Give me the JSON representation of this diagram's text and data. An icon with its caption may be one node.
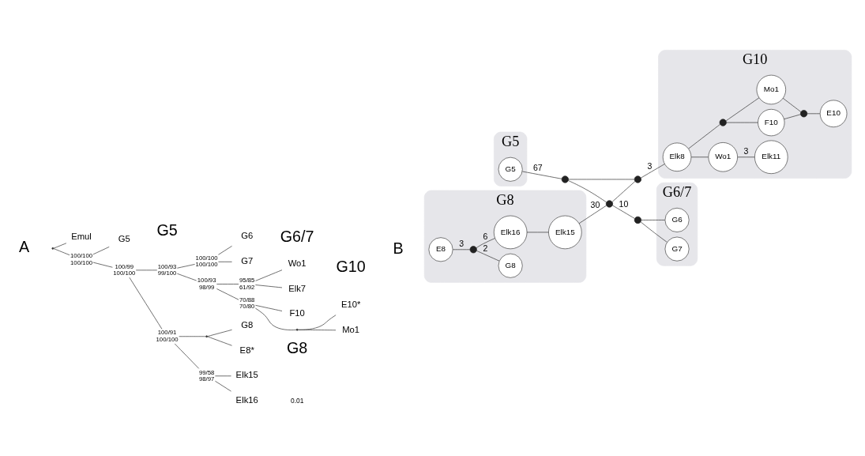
{
  "diagram": {
    "nodes": [
      {
        "text": [
          "Emul"
        ]
      },
      {
        "text": [
          "G5"
        ]
      },
      {
        "text": [
          "G6"
        ]
      },
      {
        "text": [
          "G7"
        ]
      },
      {
        "text": [
          "Wo1"
        ]
      },
      {
        "text": [
          "Elk7"
        ]
      },
      {
        "text": [
          "F10"
        ]
      },
      {
        "text": [
          "E10*"
        ]
      },
      {
        "text": [
          "Mo1"
        ]
      },
      {
        "text": [
          "G8"
        ]
      },
      {
        "text": [
          "E8*"
        ]
      },
      {
        "text": [
          "Elk15"
        ]
      },
      {
        "text": [
          "Elk16"
        ]
      },
      {
        "text": [],
        "shape": "point"
      },
      {
        "text": [],
        "shape": "point",
        "beside": [
          "100/100",
          "100/100"
        ]
      },
      {
        "text": [],
        "shape": "point",
        "beside": [
          "100/99",
          "100/100"
        ]
      },
      {
        "text": [],
        "shape": "point",
        "beside": [
          "100/93",
          "99/100"
        ]
      },
      {
        "text": [],
        "shape": "point",
        "beside": [
          "100/100",
          "100/100"
        ]
      },
      {
        "text": [],
        "shape": "point",
        "beside": [
          "100/93",
          "98/99"
        ]
      },
      {
        "text": [],
        "shape": "point",
        "beside": [
          "95/85",
          "61/92"
        ]
      },
      {
        "text": [],
        "shape": "point",
        "beside": [
          "70/88",
          "70/80"
        ]
      },
      {
        "text": [],
        "shape": "point"
      },
      {
        "text": [],
        "shape": "point",
        "beside": [
          "100/91",
          "100/100"
        ]
      },
      {
        "text": [],
        "shape": "point"
      },
      {
        "text": [],
        "shape": "point",
        "beside": [
          "99/58",
          "98/97"
        ]
      },
      {
        "text": [
          "G5"
        ]
      },
      {
        "text": [
          "G5"
        ],
        "in": 25
      },
      {
        "text": [
          "G8"
        ]
      },
      {
        "text": [
          "E8"
        ],
        "in": 27
      },
      {
        "text": [],
        "shape": "circle",
        "in": 27
      },
      {
        "text": [
          "G8"
        ],
        "in": 27
      },
      {
        "text": [
          "Elk16"
        ],
        "in": 27
      },
      {
        "text": [
          "Elk15"
        ],
        "in": 27
      },
      {
        "text": [
          "G10"
        ]
      },
      {
        "text": [
          "Elk8"
        ],
        "in": 33
      },
      {
        "text": [
          "Wo1"
        ],
        "in": 33
      },
      {
        "text": [
          "Elk11"
        ],
        "in": 33
      },
      {
        "text": [],
        "shape": "circle",
        "in": 33
      },
      {
        "text": [
          "F10"
        ],
        "in": 33
      },
      {
        "text": [
          "Mo1"
        ],
        "in": 33
      },
      {
        "text": [],
        "shape": "circle",
        "in": 33
      },
      {
        "text": [
          "E10"
        ],
        "in": 33
      },
      {
        "text": [],
        "shape": "circle"
      },
      {
        "text": [],
        "shape": "circle"
      },
      {
        "text": [],
        "shape": "circle"
      },
      {
        "text": [],
        "shape": "circle"
      },
      {
        "text": [
          "G6/7"
        ]
      },
      {
        "text": [
          "G6"
        ],
        "in": 46
      },
      {
        "text": [
          "G7"
        ],
        "in": 46
      }
    ],
    "edges": [
      {
        "from": 13,
        "to": 0,
        "arrow": "none"
      },
      {
        "from": 13,
        "to": 14,
        "arrow": "none"
      },
      {
        "from": 14,
        "to": 1,
        "arrow": "none"
      },
      {
        "from": 14,
        "to": 15,
        "arrow": "none"
      },
      {
        "from": 15,
        "to": 16,
        "arrow": "none"
      },
      {
        "from": 15,
        "to": 22,
        "arrow": "none"
      },
      {
        "from": 16,
        "to": 17,
        "arrow": "none"
      },
      {
        "from": 16,
        "to": 18,
        "arrow": "none"
      },
      {
        "from": 17,
        "to": 2,
        "arrow": "none"
      },
      {
        "from": 17,
        "to": 3,
        "arrow": "none"
      },
      {
        "from": 18,
        "to": 19,
        "arrow": "none"
      },
      {
        "from": 18,
        "to": 20,
        "arrow": "none"
      },
      {
        "from": 19,
        "to": 4,
        "arrow": "none"
      },
      {
        "from": 19,
        "to": 5,
        "arrow": "none"
      },
      {
        "from": 20,
        "to": 6,
        "arrow": "none"
      },
      {
        "from": 20,
        "to": 21,
        "arrow": "none"
      },
      {
        "from": 21,
        "to": 7,
        "arrow": "none"
      },
      {
        "from": 21,
        "to": 8,
        "arrow": "none"
      },
      {
        "from": 22,
        "to": 23,
        "arrow": "none"
      },
      {
        "from": 22,
        "to": 24,
        "arrow": "none"
      },
      {
        "from": 23,
        "to": 9,
        "arrow": "none"
      },
      {
        "from": 23,
        "to": 10,
        "arrow": "none"
      },
      {
        "from": 24,
        "to": 11,
        "arrow": "none"
      },
      {
        "from": 24,
        "to": 12,
        "arrow": "none"
      },
      {
        "from": 26,
        "to": 42,
        "arrow": "none",
        "label": "67"
      },
      {
        "from": 28,
        "to": 29,
        "arrow": "none",
        "label": "3"
      },
      {
        "from": 29,
        "to": 30,
        "arrow": "none",
        "label": "2"
      },
      {
        "from": 29,
        "to": 31,
        "arrow": "none",
        "label": "6"
      },
      {
        "from": 31,
        "to": 32,
        "arrow": "none"
      },
      {
        "from": 32,
        "to": 44,
        "arrow": "none",
        "label": "30"
      },
      {
        "from": 42,
        "to": 43,
        "arrow": "none"
      },
      {
        "from": 42,
        "to": 44,
        "arrow": "none"
      },
      {
        "from": 44,
        "to": 43,
        "arrow": "none"
      },
      {
        "from": 44,
        "to": 45,
        "arrow": "none",
        "label": "10"
      },
      {
        "from": 45,
        "to": 47,
        "arrow": "none"
      },
      {
        "from": 45,
        "to": 48,
        "arrow": "none"
      },
      {
        "from": 43,
        "to": 34,
        "arrow": "none",
        "label": "3"
      },
      {
        "from": 34,
        "to": 35,
        "arrow": "none"
      },
      {
        "from": 35,
        "to": 36,
        "arrow": "none",
        "label": "3"
      },
      {
        "from": 34,
        "to": 37,
        "arrow": "none"
      },
      {
        "from": 37,
        "to": 38,
        "arrow": "none"
      },
      {
        "from": 37,
        "to": 39,
        "arrow": "none"
      },
      {
        "from": 38,
        "to": 40,
        "arrow": "none"
      },
      {
        "from": 39,
        "to": 40,
        "arrow": "none"
      },
      {
        "from": 40,
        "to": 41,
        "arrow": "none"
      }
    ],
    "labels": [
      "G5",
      "G6/7",
      "G10",
      "G8",
      "0.01",
      "A",
      "B"
    ]
  }
}
